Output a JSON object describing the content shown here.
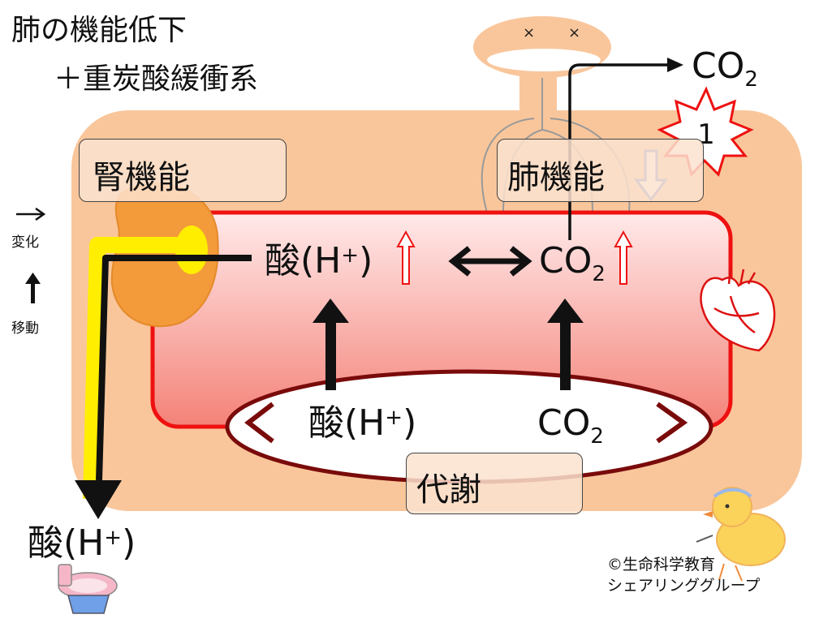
{
  "title": {
    "line1": "肺の機能低下",
    "line2": "＋重炭酸緩衝系"
  },
  "boxes": {
    "kidney": "腎機能",
    "lung": "肺機能",
    "metabolism": "代謝"
  },
  "labels": {
    "acid_blood": {
      "base": "酸(H",
      "sup": "+",
      "close": ")"
    },
    "co2_blood": {
      "base": "CO",
      "sub": "2"
    },
    "acid_metab": {
      "base": "酸(H",
      "sup": "+",
      "close": ")"
    },
    "co2_metab": {
      "base": "CO",
      "sub": "2"
    },
    "acid_excreted": {
      "base": "酸(H",
      "sup": "+",
      "close": ")"
    },
    "co2_exhaled": {
      "base": "CO",
      "sub": "2"
    }
  },
  "badge": "1",
  "legend": {
    "change": "変化",
    "move": "移動"
  },
  "credit": {
    "line1": "©生命科学教育",
    "line2": "シェアリンググループ"
  },
  "colors": {
    "body": "#f9c69b",
    "blood_top": "#ffeaea",
    "blood_bottom": "#f48278",
    "vessel": "#ee1111",
    "metab_border": "#7a0b0b",
    "kidney": "#f39a3a",
    "yellow": "#ffee00",
    "down_arrow": "#4a78d6"
  }
}
